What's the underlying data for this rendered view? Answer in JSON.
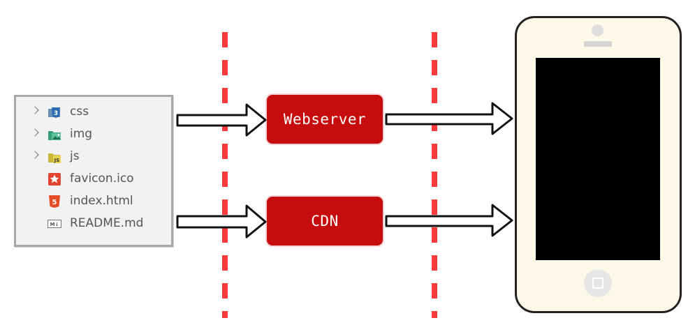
{
  "files": [
    {
      "name": "css",
      "folder": true,
      "icon": "css-folder-icon"
    },
    {
      "name": "img",
      "folder": true,
      "icon": "image-folder-icon"
    },
    {
      "name": "js",
      "folder": true,
      "icon": "js-folder-icon"
    },
    {
      "name": "favicon.ico",
      "folder": false,
      "icon": "favicon-icon"
    },
    {
      "name": "index.html",
      "folder": false,
      "icon": "html5-icon"
    },
    {
      "name": "README.md",
      "folder": false,
      "icon": "markdown-icon"
    }
  ],
  "servers": {
    "webserver_label": "Webserver",
    "cdn_label": "CDN"
  },
  "colors": {
    "server_box": "#c60c0c",
    "divider": "#ff3b3b",
    "phone_body": "#fdf8e8",
    "phone_screen": "#000000",
    "explorer_bg": "#f2f2f2"
  }
}
